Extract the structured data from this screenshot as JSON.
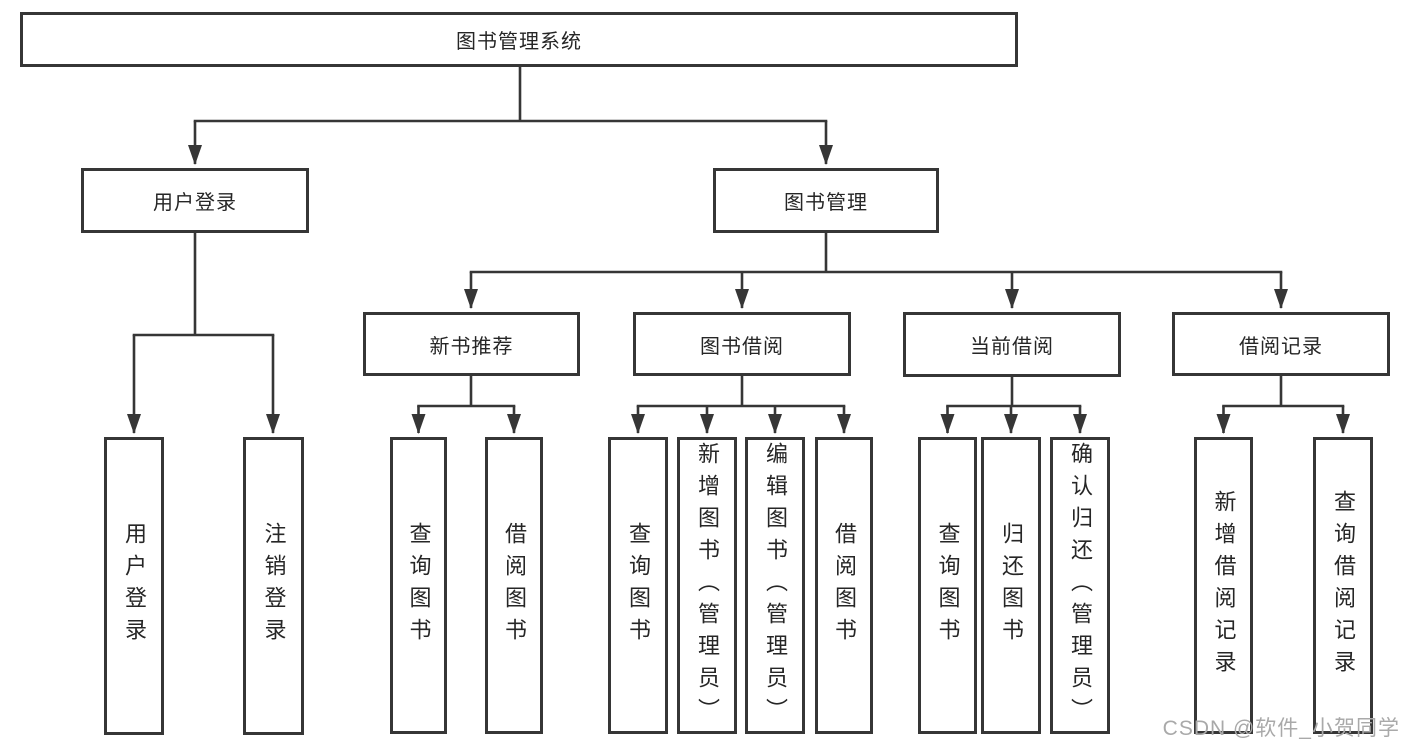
{
  "diagram": {
    "root": {
      "label": "图书管理系统"
    },
    "level2": [
      {
        "label": "用户登录"
      },
      {
        "label": "图书管理"
      }
    ],
    "level3": [
      {
        "label": "新书推荐"
      },
      {
        "label": "图书借阅"
      },
      {
        "label": "当前借阅"
      },
      {
        "label": "借阅记录"
      }
    ],
    "leaves": {
      "user_login": [
        "用户登录",
        "注销登录"
      ],
      "new_books": [
        "查询图书",
        "借阅图书"
      ],
      "book_borrow": [
        "查询图书",
        "新增图书（管理员）",
        "编辑图书（管理员）",
        "借阅图书"
      ],
      "current_borrow": [
        "查询图书",
        "归还图书",
        "确认归还（管理员）"
      ],
      "borrow_records": [
        "新增借阅记录",
        "查询借阅记录"
      ]
    },
    "watermark": "CSDN @软件_小贺同学",
    "colors": {
      "line": "#363636",
      "border": "#363636",
      "text": "#262626",
      "watermark": "#a9a9a9",
      "background": "#ffffff"
    }
  }
}
